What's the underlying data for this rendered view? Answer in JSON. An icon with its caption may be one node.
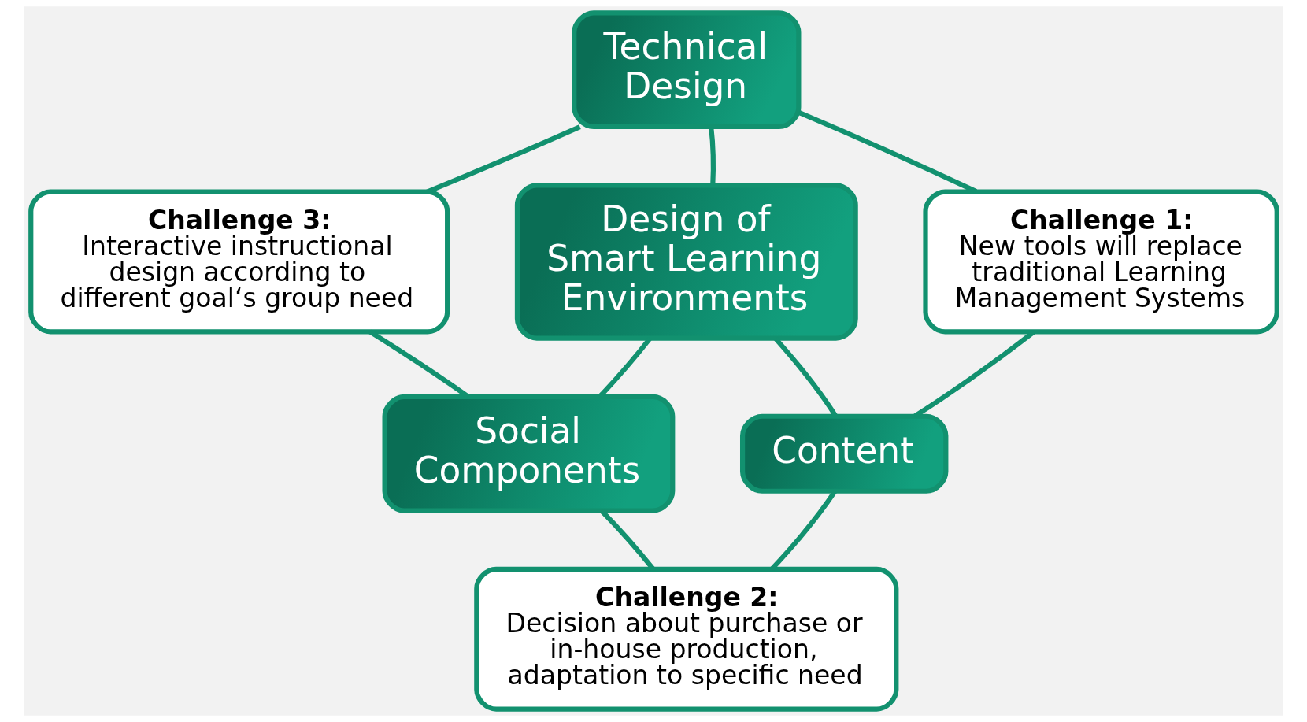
{
  "diagram": {
    "nodes": [
      {
        "text": [
          "Technical Design"
        ]
      },
      {
        "text": [
          "Challenge 1:",
          "New tools will replace traditional Learning Management Systems"
        ]
      },
      {
        "text": [
          "Content"
        ]
      },
      {
        "text": [
          "Challenge 2:",
          "Decision about purchase or in-house production, adaptation to specific need"
        ]
      },
      {
        "text": [
          "Social Components"
        ]
      },
      {
        "text": [
          "Challenge 3:",
          "Interactive instructional design according to different goal‘s group need"
        ]
      },
      {
        "text": [
          "Design of Smart Learning Environments"
        ]
      }
    ],
    "edges": [
      {
        "from": 5,
        "to": 0,
        "arrow": "none"
      },
      {
        "from": 0,
        "to": 1,
        "arrow": "none"
      },
      {
        "from": 1,
        "to": 2,
        "arrow": "none"
      },
      {
        "from": 2,
        "to": 3,
        "arrow": "none"
      },
      {
        "from": 3,
        "to": 4,
        "arrow": "none"
      },
      {
        "from": 4,
        "to": 5,
        "arrow": "none"
      },
      {
        "from": 0,
        "to": 6,
        "arrow": "none"
      },
      {
        "from": 6,
        "to": 2,
        "arrow": "none"
      },
      {
        "from": 6,
        "to": 4,
        "arrow": "none"
      }
    ]
  }
}
